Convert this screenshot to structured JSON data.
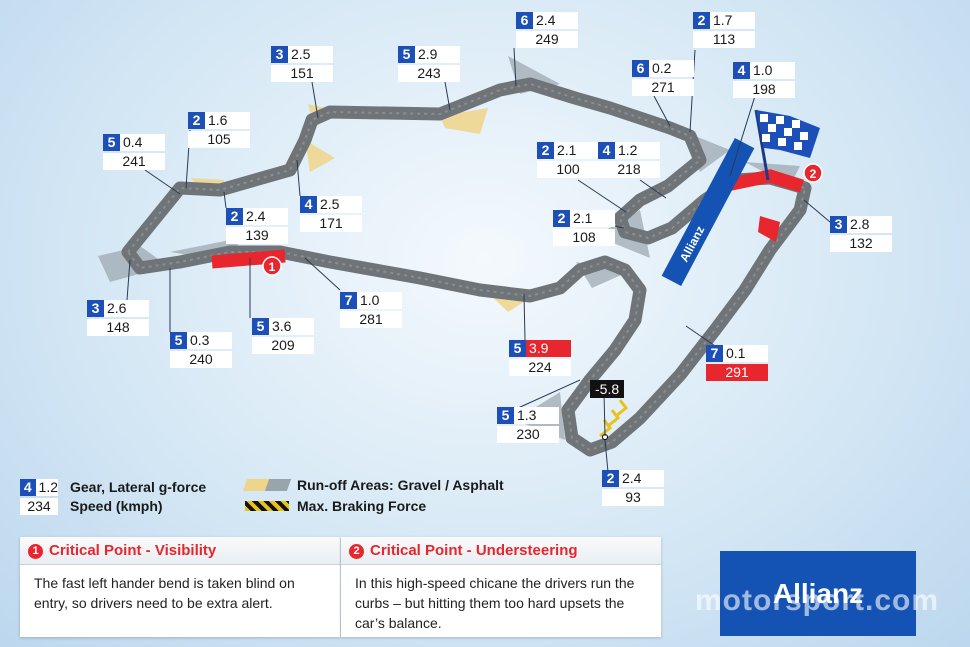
{
  "corners": [
    {
      "gear": "3",
      "g": "2.5",
      "speed": "151"
    },
    {
      "gear": "5",
      "g": "2.9",
      "speed": "243"
    },
    {
      "gear": "6",
      "g": "2.4",
      "speed": "249"
    },
    {
      "gear": "2",
      "g": "1.7",
      "speed": "113"
    },
    {
      "gear": "6",
      "g": "0.2",
      "speed": "271"
    },
    {
      "gear": "4",
      "g": "1.0",
      "speed": "198"
    },
    {
      "gear": "5",
      "g": "0.4",
      "speed": "241"
    },
    {
      "gear": "2",
      "g": "1.6",
      "speed": "105"
    },
    {
      "gear": "2",
      "g": "2.1",
      "speed": "100"
    },
    {
      "gear": "4",
      "g": "1.2",
      "speed": "218"
    },
    {
      "gear": "2",
      "g": "2.4",
      "speed": "139"
    },
    {
      "gear": "4",
      "g": "2.5",
      "speed": "171"
    },
    {
      "gear": "2",
      "g": "2.1",
      "speed": "108"
    },
    {
      "gear": "3",
      "g": "2.8",
      "speed": "132"
    },
    {
      "gear": "3",
      "g": "2.6",
      "speed": "148"
    },
    {
      "gear": "7",
      "g": "1.0",
      "speed": "281"
    },
    {
      "gear": "5",
      "g": "3.6",
      "speed": "209"
    },
    {
      "gear": "5",
      "g": "0.3",
      "speed": "240"
    },
    {
      "gear": "5",
      "g": "3.9",
      "speed": "224",
      "g_highlight": true
    },
    {
      "gear": "7",
      "g": "0.1",
      "speed": "291",
      "speed_highlight": true
    },
    {
      "gear": "5",
      "g": "1.3",
      "speed": "230"
    },
    {
      "gear": "2",
      "g": "2.4",
      "speed": "93"
    }
  ],
  "braking_value": "-5.8",
  "points": {
    "p1": "1",
    "p2": "2"
  },
  "banner_text": "Allianz",
  "legend": {
    "sample_gear": "4",
    "sample_g": "1.2",
    "sample_speed": "234",
    "gear_label": "Gear, Lateral g-force",
    "speed_label": "Speed (kmph)",
    "runoff_label": "Run-off Areas: Gravel / Asphalt",
    "braking_label": "Max. Braking Force"
  },
  "panels": [
    {
      "num": "1",
      "title": "Critical Point - Visibility",
      "body": "The fast left hander bend is taken blind on entry, so drivers need to be extra alert."
    },
    {
      "num": "2",
      "title": "Critical Point - Understeering",
      "body": "In this high-speed chicane the drivers run the curbs – but hitting them too hard upsets the car’s balance."
    }
  ],
  "logo": "Allianz",
  "watermark": "motorsport.com",
  "colors": {
    "gear": "#1d4fb8",
    "critical": "#e8262d",
    "track": "#6f7478",
    "gravel": "#efd58a",
    "asphalt": "#9aa4ac",
    "logo_bg": "#1453b3"
  }
}
